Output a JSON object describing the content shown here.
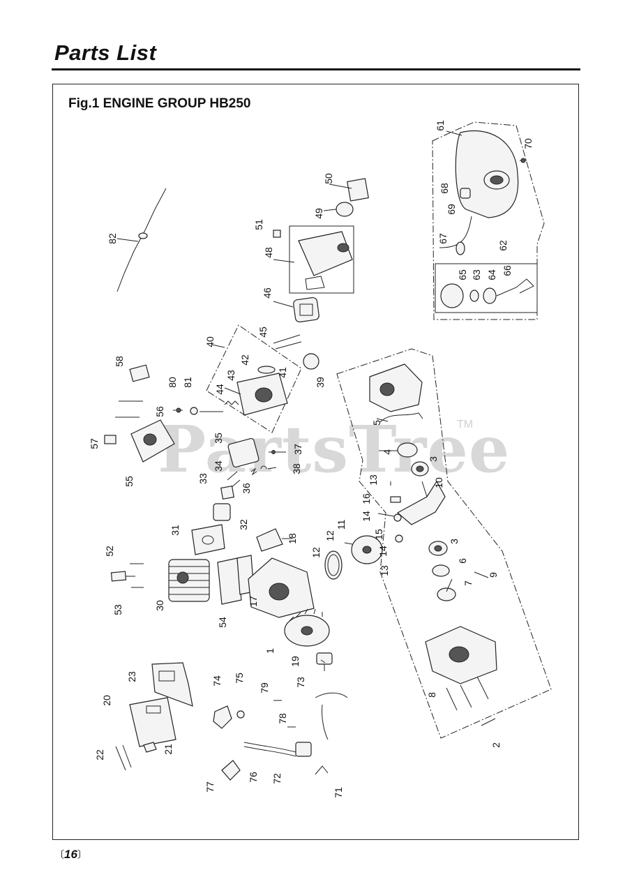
{
  "header": {
    "title": "Parts List"
  },
  "figure": {
    "caption": "Fig.1 ENGINE GROUP HB250"
  },
  "watermark": {
    "text": "PartsTree",
    "tm": "TM"
  },
  "footer": {
    "page_open": "〔",
    "page_number": "16",
    "page_close": "〕"
  },
  "part_labels": [
    "1",
    "2",
    "3",
    "3",
    "4",
    "5",
    "6",
    "7",
    "8",
    "9",
    "10",
    "11",
    "12",
    "12",
    "13",
    "13",
    "14",
    "14",
    "15",
    "16",
    "17",
    "18",
    "19",
    "20",
    "21",
    "22",
    "23",
    "30",
    "31",
    "32",
    "33",
    "34",
    "35",
    "36",
    "37",
    "38",
    "39",
    "40",
    "41",
    "42",
    "43",
    "44",
    "45",
    "46",
    "48",
    "49",
    "50",
    "51",
    "52",
    "53",
    "54",
    "55",
    "56",
    "57",
    "58",
    "61",
    "62",
    "63",
    "64",
    "65",
    "66",
    "67",
    "68",
    "69",
    "70",
    "71",
    "72",
    "73",
    "74",
    "75",
    "76",
    "77",
    "78",
    "79",
    "80",
    "81",
    "82"
  ]
}
